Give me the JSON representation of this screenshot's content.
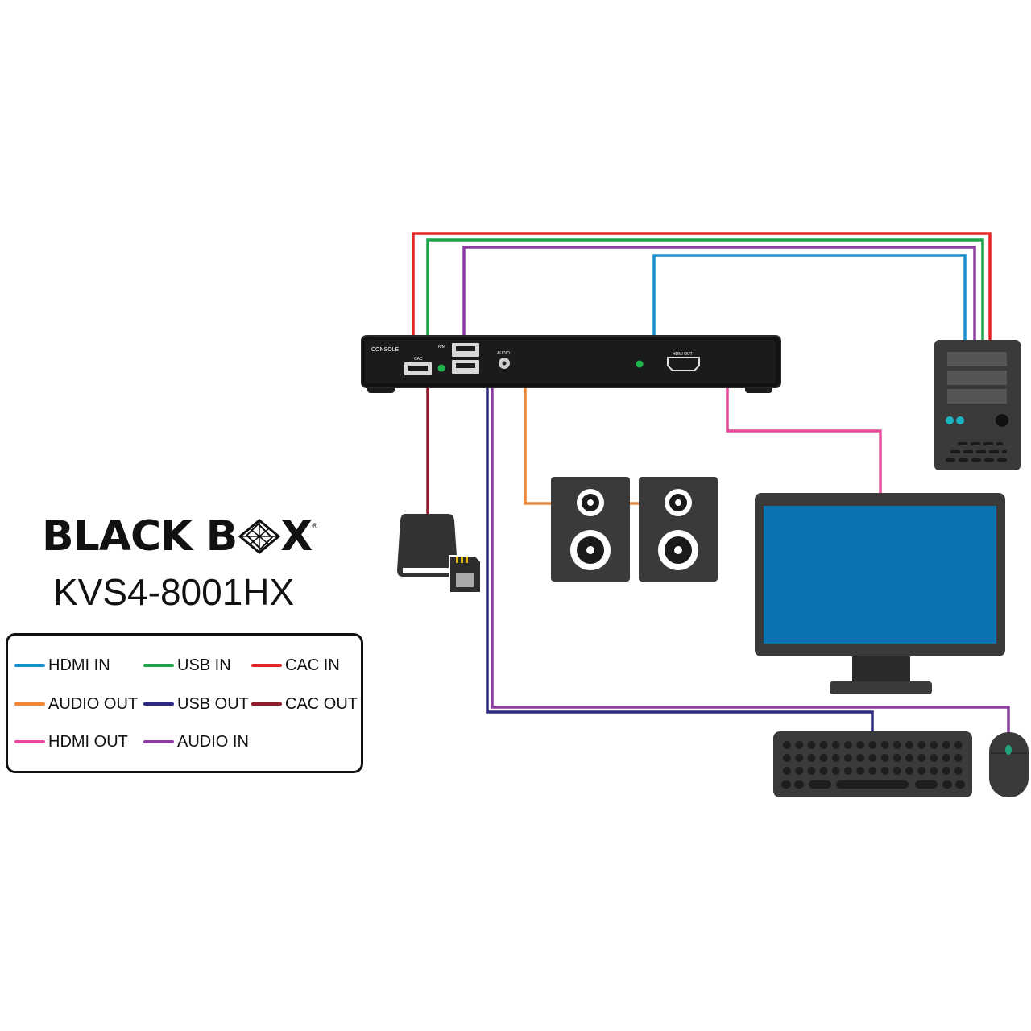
{
  "brand": {
    "name_part1": "BLACK B",
    "name_part2": "X",
    "registered": "®"
  },
  "model": "KVS4-8001HX",
  "device_labels": {
    "console": "CONSOLE",
    "cac": "CAC",
    "km": "K/M",
    "audio": "AUDIO",
    "hdmi_out": "HDMI OUT"
  },
  "legend": [
    {
      "label": "HDMI IN",
      "color": "#1a8fd0"
    },
    {
      "label": "USB IN",
      "color": "#1fa34a"
    },
    {
      "label": "CAC IN",
      "color": "#e32526"
    },
    {
      "label": "AUDIO OUT",
      "color": "#f0883a"
    },
    {
      "label": "USB OUT",
      "color": "#2e2a84"
    },
    {
      "label": "CAC OUT",
      "color": "#8e1b2a"
    },
    {
      "label": "HDMI OUT",
      "color": "#e9499b"
    },
    {
      "label": "AUDIO IN",
      "color": "#8c3fa0"
    }
  ],
  "colors": {
    "hdmi_in": "#1a8fd0",
    "usb_in": "#1fa34a",
    "cac_in": "#e32526",
    "audio_out": "#f0883a",
    "usb_out": "#2e2a84",
    "cac_out": "#8e1b2a",
    "hdmi_out": "#e9499b",
    "audio_in": "#8c3fa0",
    "device_body": "#3a3a3a",
    "screen": "#0a74b0",
    "switch_body": "#121212"
  }
}
